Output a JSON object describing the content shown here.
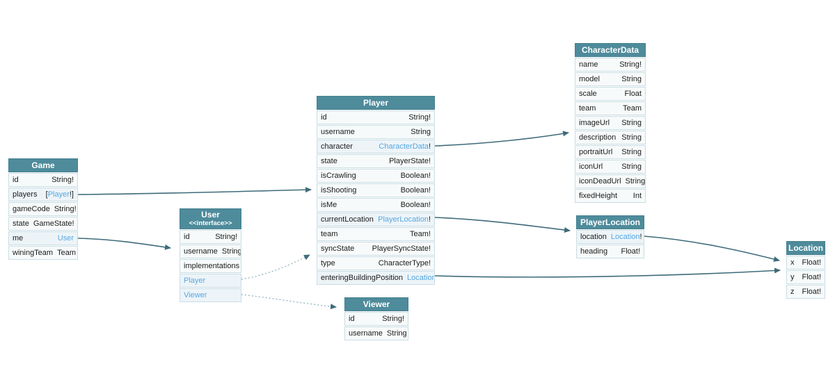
{
  "diagram": {
    "colors": {
      "header_bg": "#4e8b9b",
      "header_text": "#ffffff",
      "row_bg": "#f7fafa",
      "row_link_bg": "#edf4f8",
      "border": "#c9dde4",
      "text": "#1b1b1b",
      "link": "#55a7e2",
      "edge_solid": "#3e6b7a",
      "edge_dotted": "#97b8c2"
    }
  },
  "tables": [
    {
      "key": "game",
      "title": "Game",
      "rows": [
        {
          "name": "id",
          "parts": [
            {
              "text": "String!",
              "link": false
            }
          ]
        },
        {
          "name": "players",
          "parts": [
            {
              "text": "[",
              "link": false
            },
            {
              "text": "Player",
              "link": true
            },
            {
              "text": "!]",
              "link": false
            }
          ]
        },
        {
          "name": "gameCode",
          "parts": [
            {
              "text": "String!",
              "link": false
            }
          ]
        },
        {
          "name": "state",
          "parts": [
            {
              "text": "GameState!",
              "link": false
            }
          ]
        },
        {
          "name": "me",
          "parts": [
            {
              "text": "User",
              "link": true
            }
          ]
        },
        {
          "name": "winingTeam",
          "parts": [
            {
              "text": "Team",
              "link": false
            }
          ]
        }
      ]
    },
    {
      "key": "user",
      "title": "User",
      "subtitle": "<<interface>>",
      "rows": [
        {
          "name": "id",
          "parts": [
            {
              "text": "String!",
              "link": false
            }
          ]
        },
        {
          "name": "username",
          "parts": [
            {
              "text": "String",
              "link": false
            }
          ]
        },
        {
          "name": "implementations",
          "parts": []
        },
        {
          "name": "Player",
          "name_link": true,
          "parts": []
        },
        {
          "name": "Viewer",
          "name_link": true,
          "parts": []
        }
      ]
    },
    {
      "key": "player",
      "title": "Player",
      "rows": [
        {
          "name": "id",
          "parts": [
            {
              "text": "String!",
              "link": false
            }
          ]
        },
        {
          "name": "username",
          "parts": [
            {
              "text": "String",
              "link": false
            }
          ]
        },
        {
          "name": "character",
          "parts": [
            {
              "text": "CharacterData",
              "link": true
            },
            {
              "text": "!",
              "link": false
            }
          ]
        },
        {
          "name": "state",
          "parts": [
            {
              "text": "PlayerState!",
              "link": false
            }
          ]
        },
        {
          "name": "isCrawling",
          "parts": [
            {
              "text": "Boolean!",
              "link": false
            }
          ]
        },
        {
          "name": "isShooting",
          "parts": [
            {
              "text": "Boolean!",
              "link": false
            }
          ]
        },
        {
          "name": "isMe",
          "parts": [
            {
              "text": "Boolean!",
              "link": false
            }
          ]
        },
        {
          "name": "currentLocation",
          "parts": [
            {
              "text": "PlayerLocation",
              "link": true
            },
            {
              "text": "!",
              "link": false
            }
          ]
        },
        {
          "name": "team",
          "parts": [
            {
              "text": "Team!",
              "link": false
            }
          ]
        },
        {
          "name": "syncState",
          "parts": [
            {
              "text": "PlayerSyncState!",
              "link": false
            }
          ]
        },
        {
          "name": "type",
          "parts": [
            {
              "text": "CharacterType!",
              "link": false
            }
          ]
        },
        {
          "name": "enteringBuildingPosition",
          "parts": [
            {
              "text": "Location",
              "link": true
            }
          ]
        }
      ]
    },
    {
      "key": "viewer",
      "title": "Viewer",
      "rows": [
        {
          "name": "id",
          "parts": [
            {
              "text": "String!",
              "link": false
            }
          ]
        },
        {
          "name": "username",
          "parts": [
            {
              "text": "String",
              "link": false
            }
          ]
        }
      ]
    },
    {
      "key": "characterdata",
      "title": "CharacterData",
      "rows": [
        {
          "name": "name",
          "parts": [
            {
              "text": "String!",
              "link": false
            }
          ]
        },
        {
          "name": "model",
          "parts": [
            {
              "text": "String",
              "link": false
            }
          ]
        },
        {
          "name": "scale",
          "parts": [
            {
              "text": "Float",
              "link": false
            }
          ]
        },
        {
          "name": "team",
          "parts": [
            {
              "text": "Team",
              "link": false
            }
          ]
        },
        {
          "name": "imageUrl",
          "parts": [
            {
              "text": "String",
              "link": false
            }
          ]
        },
        {
          "name": "description",
          "parts": [
            {
              "text": "String",
              "link": false
            }
          ]
        },
        {
          "name": "portraitUrl",
          "parts": [
            {
              "text": "String",
              "link": false
            }
          ]
        },
        {
          "name": "iconUrl",
          "parts": [
            {
              "text": "String",
              "link": false
            }
          ]
        },
        {
          "name": "iconDeadUrl",
          "parts": [
            {
              "text": "String",
              "link": false
            }
          ]
        },
        {
          "name": "fixedHeight",
          "parts": [
            {
              "text": "Int",
              "link": false
            }
          ]
        }
      ]
    },
    {
      "key": "playerlocation",
      "title": "PlayerLocation",
      "rows": [
        {
          "name": "location",
          "parts": [
            {
              "text": "Location",
              "link": true
            },
            {
              "text": "!",
              "link": false
            }
          ]
        },
        {
          "name": "heading",
          "parts": [
            {
              "text": "Float!",
              "link": false
            }
          ]
        }
      ]
    },
    {
      "key": "location",
      "title": "Location",
      "rows": [
        {
          "name": "x",
          "parts": [
            {
              "text": "Float!",
              "link": false
            }
          ]
        },
        {
          "name": "y",
          "parts": [
            {
              "text": "Float!",
              "link": false
            }
          ]
        },
        {
          "name": "z",
          "parts": [
            {
              "text": "Float!",
              "link": false
            }
          ]
        }
      ]
    }
  ],
  "edges": [
    {
      "from": "Game.players",
      "to": "Player",
      "style": "solid"
    },
    {
      "from": "Game.me",
      "to": "User",
      "style": "solid"
    },
    {
      "from": "User.Player",
      "to": "Player",
      "style": "dotted"
    },
    {
      "from": "User.Viewer",
      "to": "Viewer",
      "style": "dotted"
    },
    {
      "from": "Player.character",
      "to": "CharacterData",
      "style": "solid"
    },
    {
      "from": "Player.currentLocation",
      "to": "PlayerLocation",
      "style": "solid"
    },
    {
      "from": "Player.enteringBuildingPosition",
      "to": "Location",
      "style": "solid"
    },
    {
      "from": "PlayerLocation.location",
      "to": "Location",
      "style": "solid"
    }
  ]
}
